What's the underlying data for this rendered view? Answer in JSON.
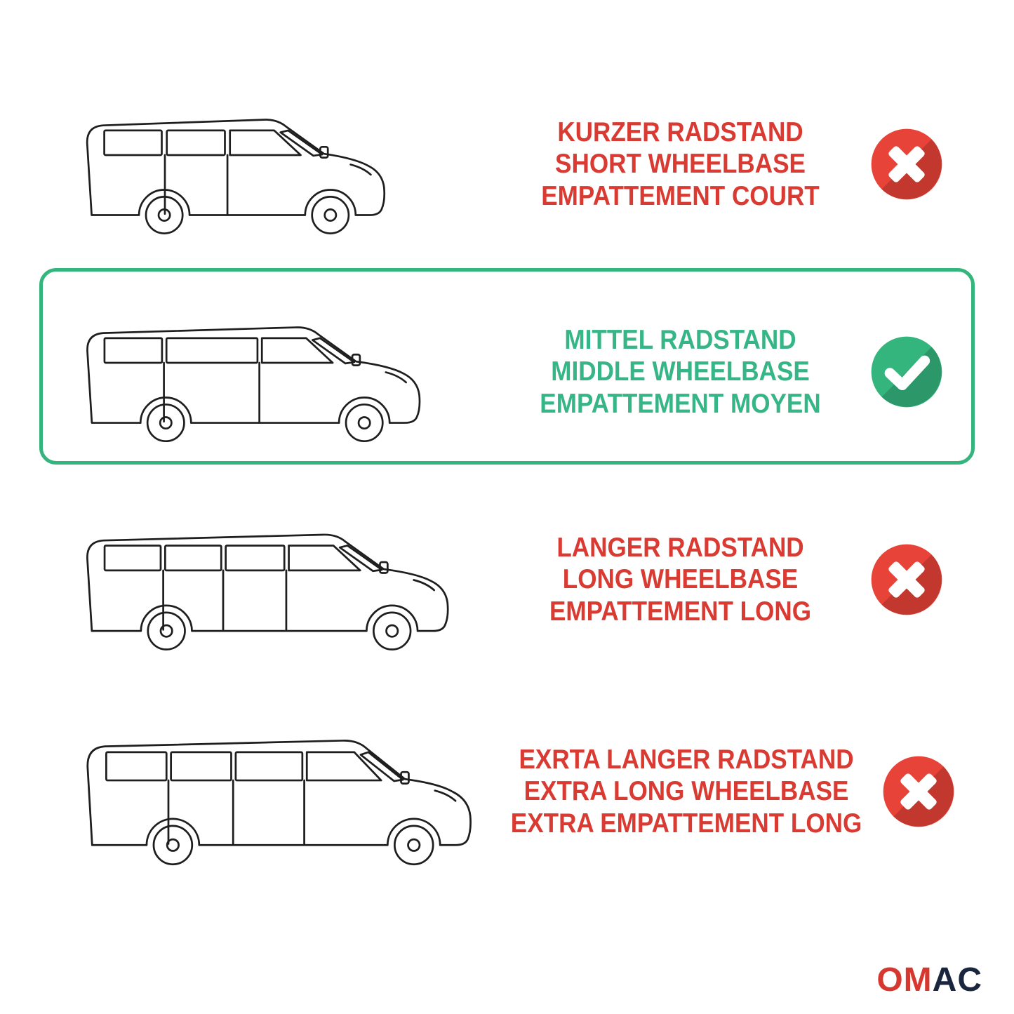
{
  "rows": [
    {
      "id": "short-wheelbase",
      "status": "rejected",
      "icon": "cross",
      "lines": [
        "KURZER RADSTAND",
        "SHORT WHEELBASE",
        "EMPATTEMENT COURT"
      ]
    },
    {
      "id": "middle-wheelbase",
      "status": "selected",
      "icon": "check",
      "lines": [
        "MITTEL RADSTAND",
        "MIDDLE WHEELBASE",
        "EMPATTEMENT MOYEN"
      ]
    },
    {
      "id": "long-wheelbase",
      "status": "rejected",
      "icon": "cross",
      "lines": [
        "LANGER RADSTAND",
        "LONG WHEELBASE",
        "EMPATTEMENT LONG"
      ]
    },
    {
      "id": "extra-long-wheelbase",
      "status": "rejected",
      "icon": "cross",
      "lines": [
        "EXRTA LANGER RADSTAND",
        "EXTRA LONG WHEELBASE",
        "EXTRA EMPATTEMENT LONG"
      ]
    }
  ],
  "brand": {
    "logo_red": "OM",
    "logo_dark": "AC"
  },
  "colors": {
    "text-red": "#d93a32",
    "text-green": "#36b586",
    "icon-red": "#e84338",
    "icon-green": "#35b57e",
    "selection-green": "#35b57e",
    "line": "#1e1e1e",
    "logo-red": "#d6372e",
    "logo-dark": "#19263e",
    "background": "#ffffff"
  }
}
